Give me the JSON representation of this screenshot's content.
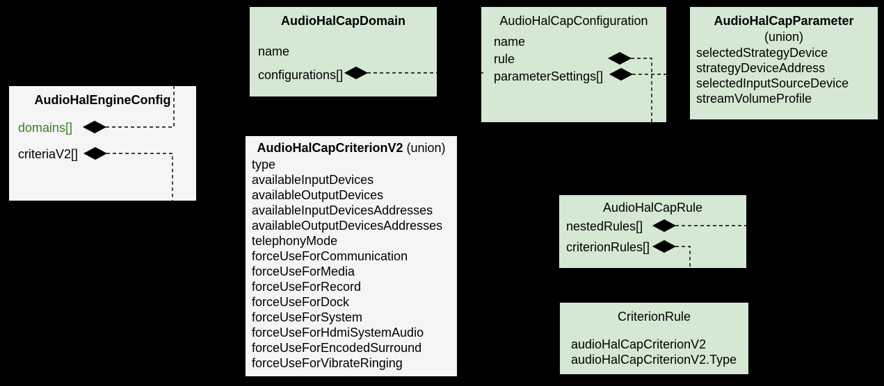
{
  "diagram": {
    "background": "#000000",
    "colors": {
      "green_box_fill": "#d5e8d4",
      "gray_box_fill": "#f5f5f5",
      "border": "#000000",
      "text": "#000000",
      "domains_link_green": "#3e7d22"
    },
    "icons": {
      "composition_diamond": "filled black diamond (UML composition)"
    },
    "boxes": {
      "audio_hal_cap_domain": {
        "title": "AudioHalCapDomain",
        "fields": [
          "name",
          "configurations[]"
        ]
      },
      "audio_hal_cap_configuration": {
        "title": "AudioHalCapConfiguration",
        "fields": [
          "name",
          "rule",
          "parameterSettings[]"
        ]
      },
      "audio_hal_cap_parameter": {
        "title": "AudioHalCapParameter",
        "subtitle": "(union)",
        "fields": [
          "selectedStrategyDevice",
          "strategyDeviceAddress",
          "selectedInputSourceDevice",
          "streamVolumeProfile"
        ]
      },
      "audio_hal_engine_config": {
        "title": "AudioHalEngineConfig",
        "fields": [
          "domains[]",
          "criteriaV2[]"
        ]
      },
      "audio_hal_cap_criterion_v2": {
        "title": "AudioHalCapCriterionV2",
        "title_suffix": " (union)",
        "fields": [
          "type",
          "availableInputDevices",
          "availableOutputDevices",
          "availableInputDevicesAddresses",
          "availableOutputDevicesAddresses",
          "telephonyMode",
          "forceUseForCommunication",
          "forceUseForMedia",
          "forceUseForRecord",
          "forceUseForDock",
          "forceUseForSystem",
          "forceUseForHdmiSystemAudio",
          "forceUseForEncodedSurround",
          "forceUseForVibrateRinging"
        ]
      },
      "audio_hal_cap_rule": {
        "title": "AudioHalCapRule",
        "fields": [
          "nestedRules[]",
          "criterionRules[]"
        ]
      },
      "criterion_rule": {
        "title": "CriterionRule",
        "fields": [
          "audioHalCapCriterionV2",
          "audioHalCapCriterionV2.Type"
        ]
      }
    }
  }
}
